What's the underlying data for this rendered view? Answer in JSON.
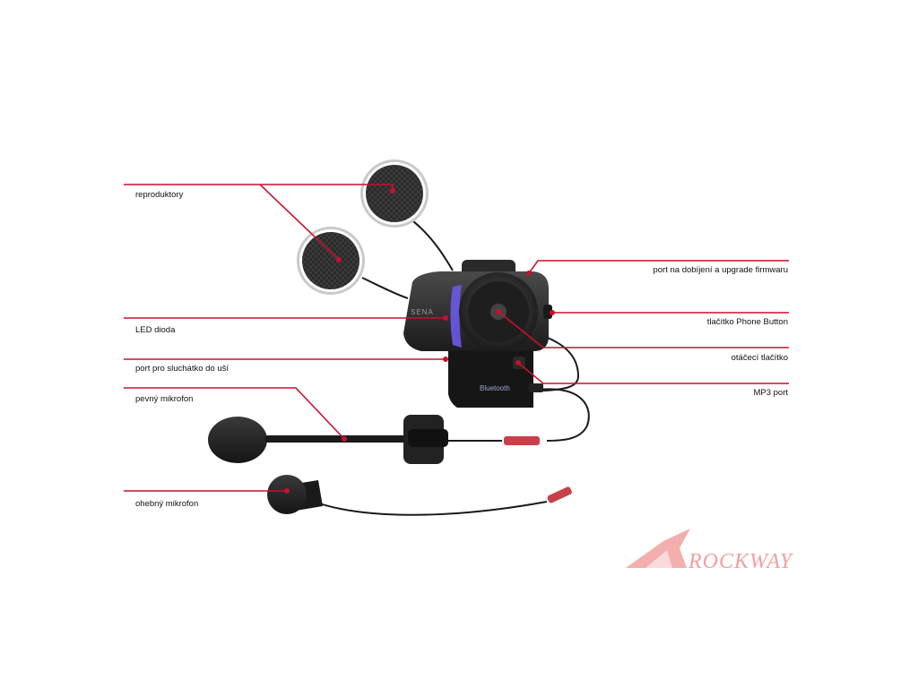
{
  "labels": {
    "reproduktory": "reproduktory",
    "led": "LED dioda",
    "port_sluchatko": "port pro sluchátko do uší",
    "pevny_mikrofon": "pevný mikrofon",
    "ohebny_mikrofon": "ohebný mikrofon",
    "port_dobijeni": "port na dobíjení a upgrade firmwaru",
    "phone_button": "tlačítko Phone Button",
    "otaceci": "otáčecí tlačítko",
    "mp3": "MP3 port"
  },
  "device": {
    "logo": "SENA",
    "bluetooth": "Bluetooth"
  },
  "brand": {
    "name": "ROCKWAY"
  },
  "colors": {
    "leader": "#c8102e",
    "brand": "#f2a0a0"
  }
}
